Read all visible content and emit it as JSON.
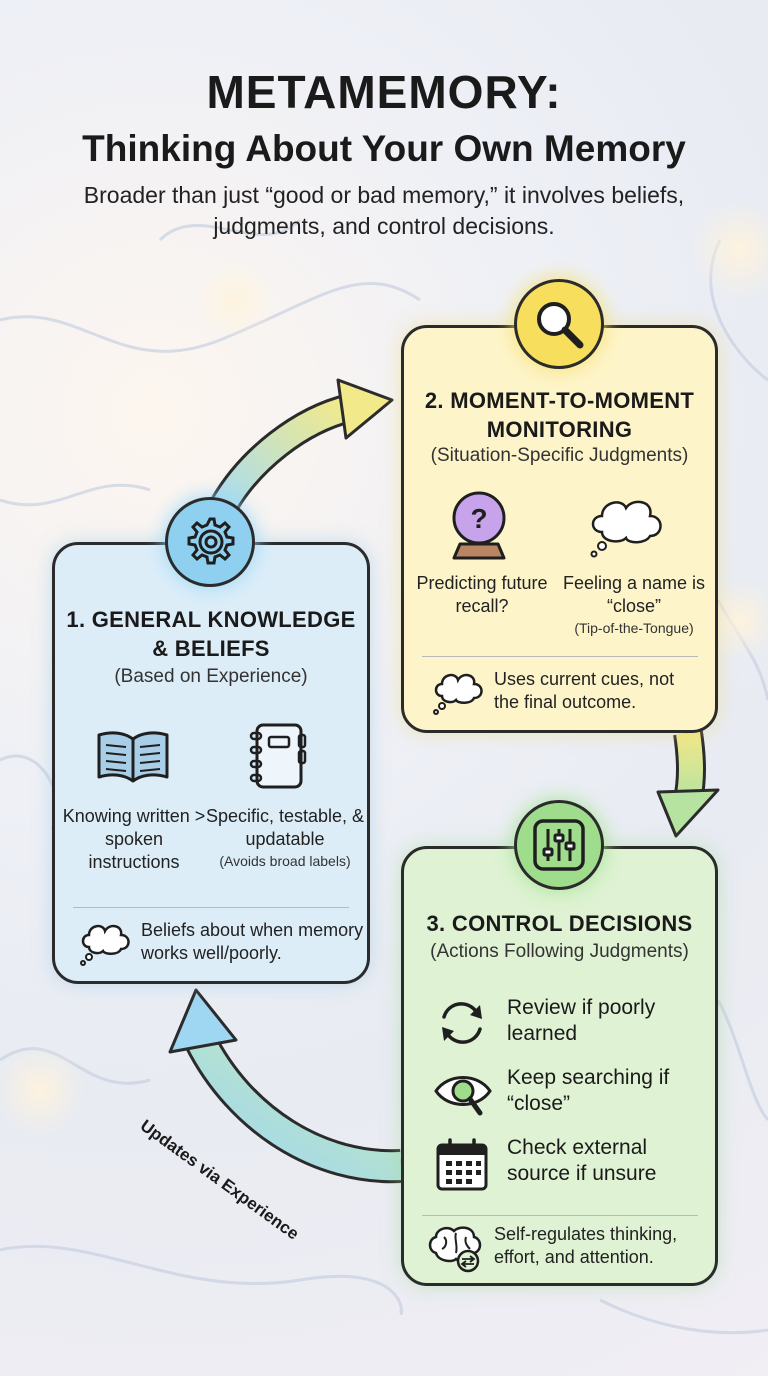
{
  "title": {
    "main": "METAMEMORY:",
    "sub": "Thinking About Your Own Memory"
  },
  "intro": "Broader than just “good or bad memory,” it involves beliefs, judgments, and control decisions.",
  "panels": {
    "knowledge": {
      "heading_line1": "1. GENERAL KNOWLEDGE",
      "heading_line2": "& BELIEFS",
      "subtitle": "(Based on Experience)",
      "items": [
        {
          "icon": "open-book-icon",
          "text": "Knowing written > spoken instructions"
        },
        {
          "icon": "notebook-icon",
          "text": "Specific, testable, & updatable",
          "small": "(Avoids broad labels)"
        }
      ],
      "footer": {
        "icon": "thought-cloud-icon",
        "text": "Beliefs about when memory works well/poorly."
      },
      "badge_icon": "gear-icon",
      "color": "#dcedf8"
    },
    "monitoring": {
      "heading_line1": "2. MOMENT-TO-MOMENT",
      "heading_line2": "MONITORING",
      "subtitle": "(Situation-Specific Judgments)",
      "items": [
        {
          "icon": "crystal-ball-icon",
          "text": "Predicting future recall?"
        },
        {
          "icon": "thought-cloud-icon",
          "text": "Feeling a name is “close”",
          "small": "(Tip-of-the-Tongue)"
        }
      ],
      "footer": {
        "icon": "thought-cloud-icon",
        "text": "Uses current cues, not the final outcome."
      },
      "badge_icon": "magnifier-icon",
      "color": "#fdf4c9"
    },
    "control": {
      "heading": "3. CONTROL DECISIONS",
      "subtitle": "(Actions Following Judgments)",
      "items": [
        {
          "icon": "refresh-icon",
          "text": "Review if poorly learned"
        },
        {
          "icon": "eye-search-icon",
          "text": "Keep searching if “close”"
        },
        {
          "icon": "calendar-icon",
          "text": "Check external source if unsure"
        }
      ],
      "footer": {
        "icon": "brain-icon",
        "text": "Self-regulates thinking, effort, and attention."
      },
      "badge_icon": "sliders-icon",
      "color": "#dff2d3"
    }
  },
  "arrows": {
    "feedback_label": "Updates via Experience"
  }
}
